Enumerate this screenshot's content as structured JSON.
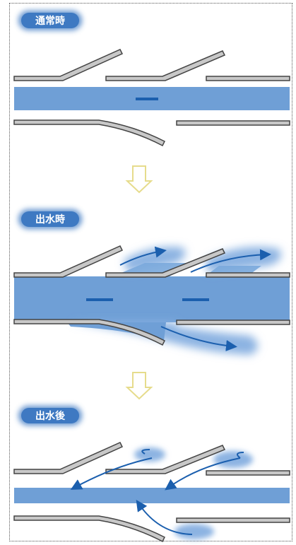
{
  "stages": [
    {
      "label": "通常時"
    },
    {
      "label": "出水時"
    },
    {
      "label": "出水後"
    }
  ],
  "colors": {
    "water": "#6f9fd6",
    "water_light": "#9dc0e8",
    "arrow": "#1b5fae",
    "wall_fill": "#c8c8c8",
    "wall_stroke": "#444444",
    "badge": "#3e79c2",
    "transition_arrow": "#efe7a8"
  },
  "icons": [
    "flow-arrow-icon",
    "down-arrow-icon"
  ]
}
